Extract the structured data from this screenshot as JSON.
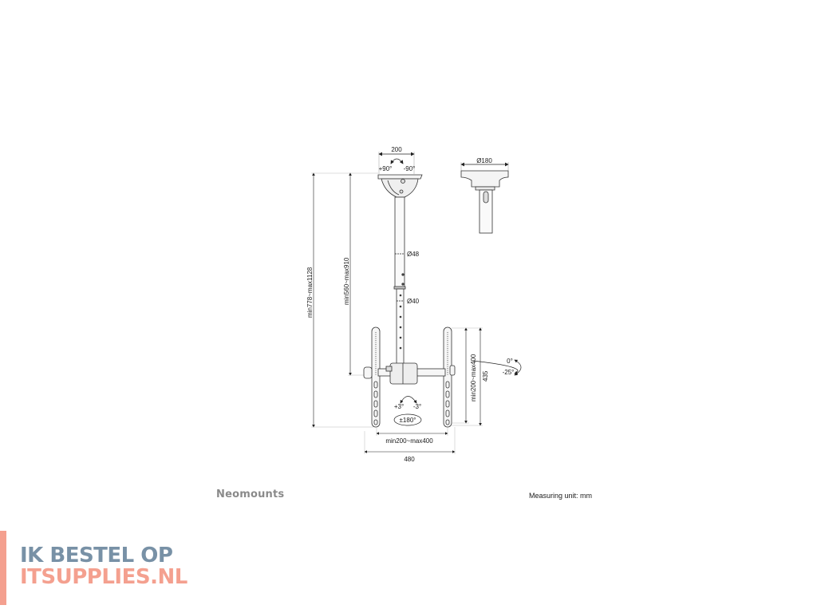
{
  "drawing": {
    "top_mount": {
      "width_label": "200",
      "tilt_left_label": "+90°",
      "tilt_right_label": "-90°"
    },
    "side_view": {
      "diameter_label": "Ø180"
    },
    "pole": {
      "upper_diameter_label": "Ø48",
      "lower_diameter_label": "Ø40"
    },
    "heights": {
      "total_label": "min778~max1128",
      "pole_label": "min560~max910"
    },
    "vesa": {
      "vertical_label": "min200~max400",
      "vertical_total_label": "435",
      "horizontal_label": "min200~max400",
      "horizontal_total_label": "480"
    },
    "tilt": {
      "top_label": "0°",
      "bottom_label": "-25°"
    },
    "swivel": {
      "left_label": "+3°",
      "right_label": "-3°",
      "rotation_label": "±180°"
    }
  },
  "footer": {
    "brand": "Neomounts",
    "measuring_unit": "Measuring unit: mm"
  },
  "logo": {
    "line1": "IK BESTEL OP",
    "line2": "ITSUPPLIES.NL",
    "colors": {
      "primary": "#7891a6",
      "accent": "#f4a08f"
    }
  }
}
